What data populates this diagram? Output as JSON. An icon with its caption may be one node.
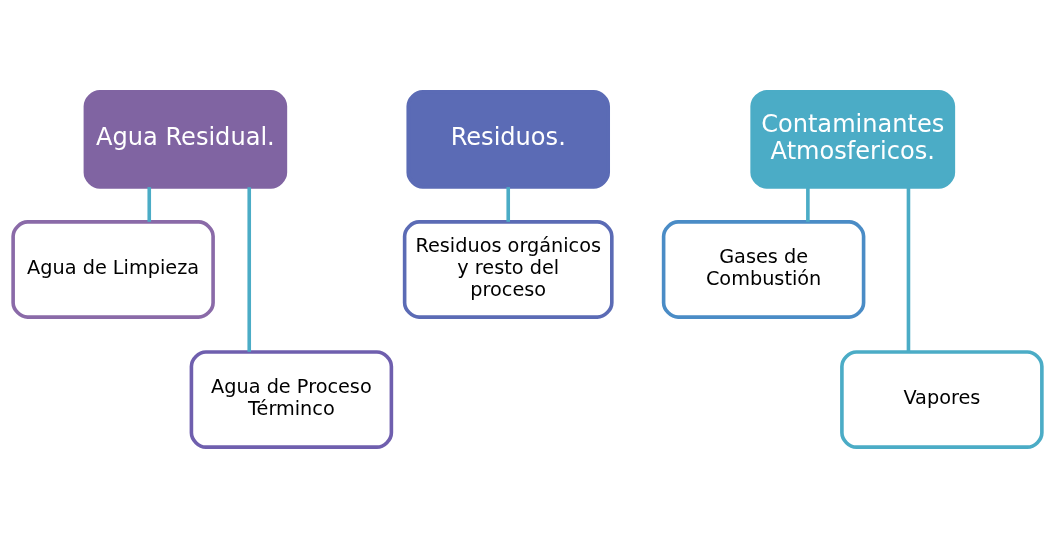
{
  "diagram": {
    "nodes": [
      {
        "text": [
          "Agua Residual."
        ]
      },
      {
        "text": [
          "Agua de Limpieza"
        ]
      },
      {
        "text": [
          "Agua de Proceso Términco"
        ]
      },
      {
        "text": [
          "Residuos."
        ]
      },
      {
        "text": [
          "Residuos orgánicos y resto del proceso"
        ]
      },
      {
        "text": [
          "Contaminantes Atmosfericos."
        ]
      },
      {
        "text": [
          "Gases de Combustión"
        ]
      },
      {
        "text": [
          "Vapores"
        ]
      }
    ],
    "edges": [
      {
        "from": 0,
        "to": 1,
        "arrow": "none"
      },
      {
        "from": 0,
        "to": 2,
        "arrow": "none"
      },
      {
        "from": 3,
        "to": 4,
        "arrow": "none"
      },
      {
        "from": 5,
        "to": 6,
        "arrow": "none"
      },
      {
        "from": 5,
        "to": 7,
        "arrow": "none"
      }
    ]
  }
}
